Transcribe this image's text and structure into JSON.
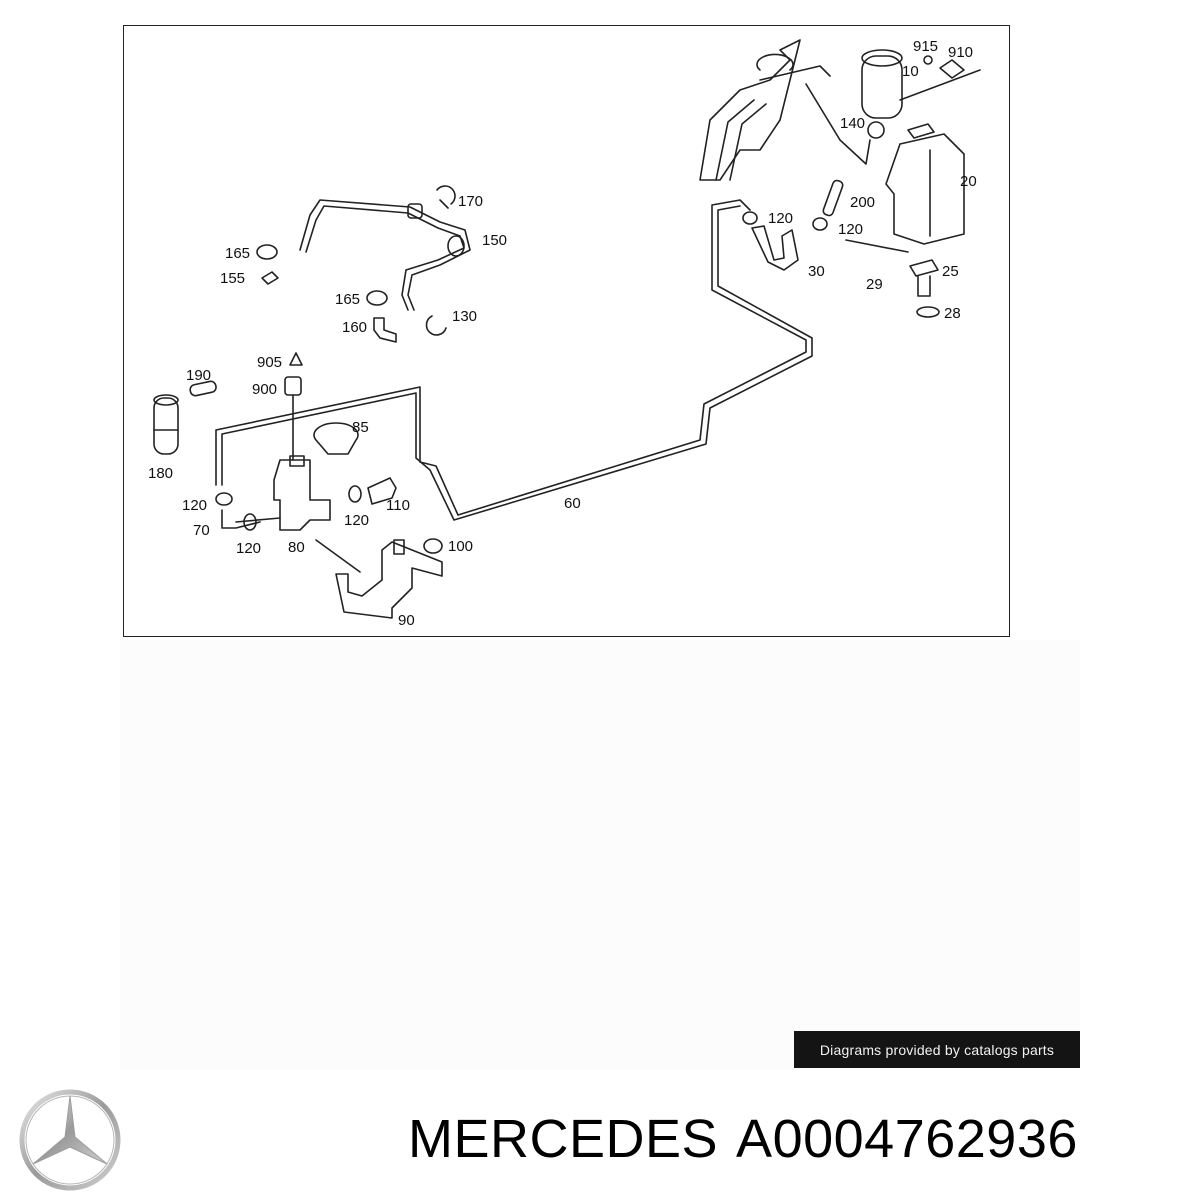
{
  "diagram": {
    "callouts": [
      {
        "id": "915",
        "text": "915"
      },
      {
        "id": "910",
        "text": "910"
      },
      {
        "id": "10",
        "text": "10"
      },
      {
        "id": "140",
        "text": "140"
      },
      {
        "id": "20",
        "text": "20"
      },
      {
        "id": "200",
        "text": "200"
      },
      {
        "id": "120a",
        "text": "120"
      },
      {
        "id": "120b",
        "text": "120"
      },
      {
        "id": "30",
        "text": "30"
      },
      {
        "id": "25",
        "text": "25"
      },
      {
        "id": "29",
        "text": "29"
      },
      {
        "id": "28",
        "text": "28"
      },
      {
        "id": "170",
        "text": "170"
      },
      {
        "id": "150",
        "text": "150"
      },
      {
        "id": "165a",
        "text": "165"
      },
      {
        "id": "155",
        "text": "155"
      },
      {
        "id": "165b",
        "text": "165"
      },
      {
        "id": "160",
        "text": "160"
      },
      {
        "id": "130",
        "text": "130"
      },
      {
        "id": "905",
        "text": "905"
      },
      {
        "id": "190",
        "text": "190"
      },
      {
        "id": "900",
        "text": "900"
      },
      {
        "id": "85",
        "text": "85"
      },
      {
        "id": "180",
        "text": "180"
      },
      {
        "id": "120c",
        "text": "120"
      },
      {
        "id": "70",
        "text": "70"
      },
      {
        "id": "120d",
        "text": "120"
      },
      {
        "id": "120e",
        "text": "120"
      },
      {
        "id": "110",
        "text": "110"
      },
      {
        "id": "80",
        "text": "80"
      },
      {
        "id": "60",
        "text": "60"
      },
      {
        "id": "100",
        "text": "100"
      },
      {
        "id": "90",
        "text": "90"
      }
    ]
  },
  "credit": "Diagrams provided by catalogs parts",
  "title": {
    "brand": "MERCEDES",
    "part_number": "A0004762936"
  },
  "logo": {
    "name": "mercedes-star-icon"
  }
}
